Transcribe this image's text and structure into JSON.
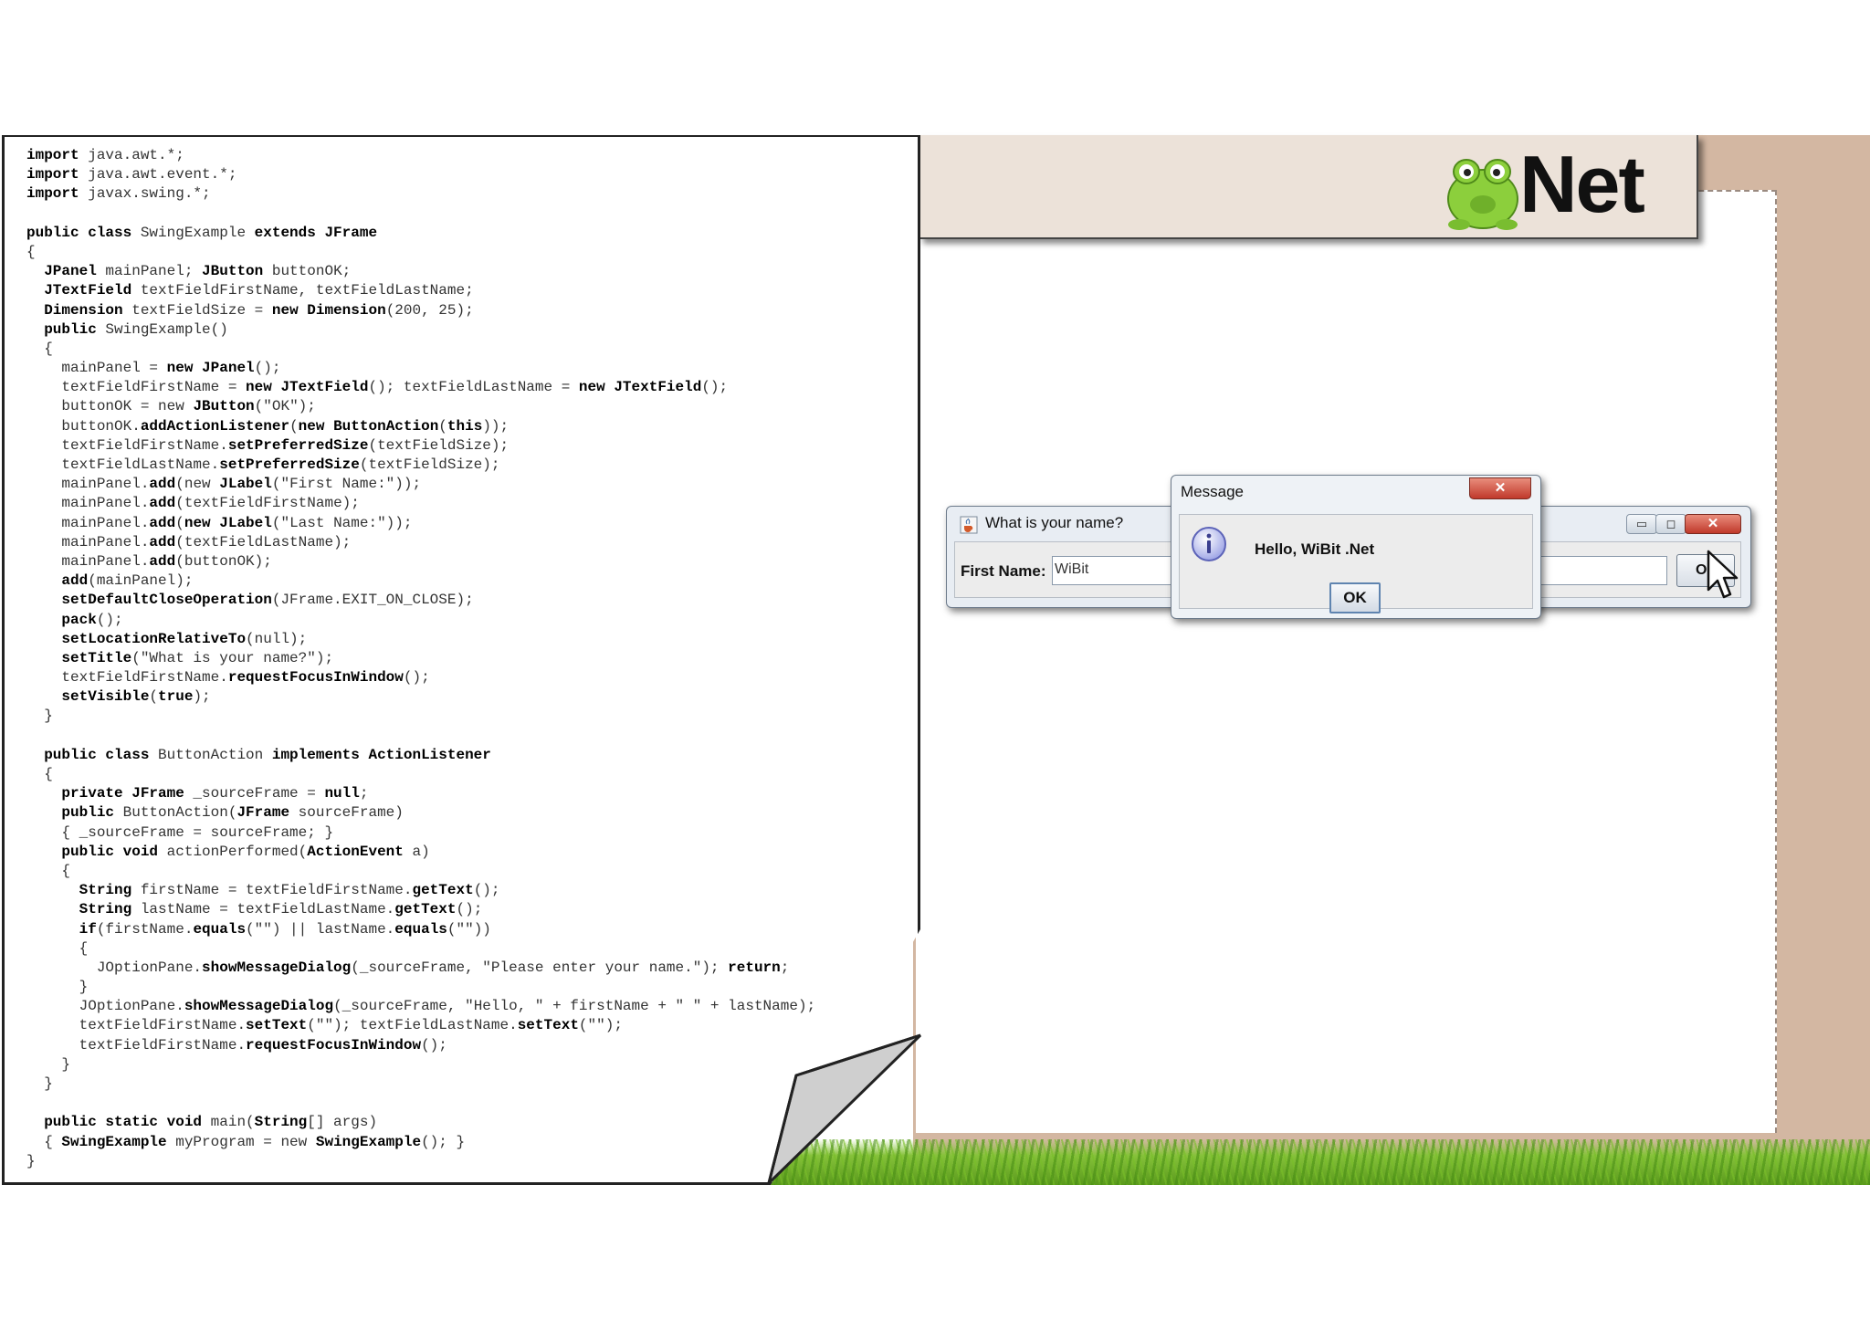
{
  "logo": {
    "text": "Net"
  },
  "code": {
    "lines": [
      "<b>import</b> java.awt.*;",
      "<b>import</b> java.awt.event.*;",
      "<b>import</b> javax.swing.*;",
      "",
      "<b>public class</b> SwingExample <b>extends JFrame</b>",
      "{",
      "  <b>JPanel</b> mainPanel; <b>JButton</b> buttonOK;",
      "  <b>JTextField</b> textFieldFirstName, textFieldLastName;",
      "  <b>Dimension</b> textFieldSize = <b>new Dimension</b>(200, 25);",
      "  <b>public</b> SwingExample()",
      "  {",
      "    mainPanel = <b>new JPanel</b>();",
      "    textFieldFirstName = <b>new JTextField</b>(); textFieldLastName = <b>new JTextField</b>();",
      "    buttonOK = new <b>JButton</b>(\"OK\");",
      "    buttonOK.<b>addActionListener</b>(<b>new ButtonAction</b>(<b>this</b>));",
      "    textFieldFirstName.<b>setPreferredSize</b>(textFieldSize);",
      "    textFieldLastName.<b>setPreferredSize</b>(textFieldSize);",
      "    mainPanel.<b>add</b>(new <b>JLabel</b>(\"First Name:\"));",
      "    mainPanel.<b>add</b>(textFieldFirstName);",
      "    mainPanel.<b>add</b>(<b>new JLabel</b>(\"Last Name:\"));",
      "    mainPanel.<b>add</b>(textFieldLastName);",
      "    mainPanel.<b>add</b>(buttonOK);",
      "    <b>add</b>(mainPanel);",
      "    <b>setDefaultCloseOperation</b>(JFrame.EXIT_ON_CLOSE);",
      "    <b>pack</b>();",
      "    <b>setLocationRelativeTo</b>(null);",
      "    <b>setTitle</b>(\"What is your name?\");",
      "    textFieldFirstName.<b>requestFocusInWindow</b>();",
      "    <b>setVisible</b>(<b>true</b>);",
      "  }",
      "",
      "  <b>public class</b> ButtonAction <b>implements ActionListener</b>",
      "  {",
      "    <b>private JFrame</b> _sourceFrame = <b>null</b>;",
      "    <b>public</b> ButtonAction(<b>JFrame</b> sourceFrame)",
      "    { _sourceFrame = sourceFrame; }",
      "    <b>public void</b> actionPerformed(<b>ActionEvent</b> a)",
      "    {",
      "      <b>String</b> firstName = textFieldFirstName.<b>getText</b>();",
      "      <b>String</b> lastName = textFieldLastName.<b>getText</b>();",
      "      <b>if</b>(firstName.<b>equals</b>(\"\") || lastName.<b>equals</b>(\"\"))",
      "      {",
      "        JOptionPane.<b>showMessageDialog</b>(_sourceFrame, \"Please enter your name.\"); <b>return</b>;",
      "      }",
      "      JOptionPane.<b>showMessageDialog</b>(_sourceFrame, \"Hello, \" + firstName + \" \" + lastName);",
      "      textFieldFirstName.<b>setText</b>(\"\"); textFieldLastName.<b>setText</b>(\"\");",
      "      textFieldFirstName.<b>requestFocusInWindow</b>();",
      "    }",
      "  }",
      "",
      "  <b>public static void</b> main(<b>String</b>[] args)",
      "  { <b>SwingExample</b> myProgram = new <b>SwingExample</b>(); }",
      "}"
    ]
  },
  "main_window": {
    "title": "What is your name?",
    "min_glyph": "▭",
    "max_glyph": "◻",
    "close_glyph": "✕",
    "first_name_label": "First Name:",
    "first_name_value": "WiBit",
    "ok_label": "OK"
  },
  "message_dialog": {
    "title": "Message",
    "close_glyph": "✕",
    "text": "Hello, WiBit .Net",
    "ok_label": "OK"
  },
  "icons": [
    "java-cup-icon",
    "info-icon",
    "frog-logo-icon",
    "mouse-cursor-icon"
  ],
  "colors": {
    "background_panel": "#d3b7a2",
    "banner": "#ece2d9",
    "close_button": "#c0392b",
    "grass": "#86c23a"
  }
}
